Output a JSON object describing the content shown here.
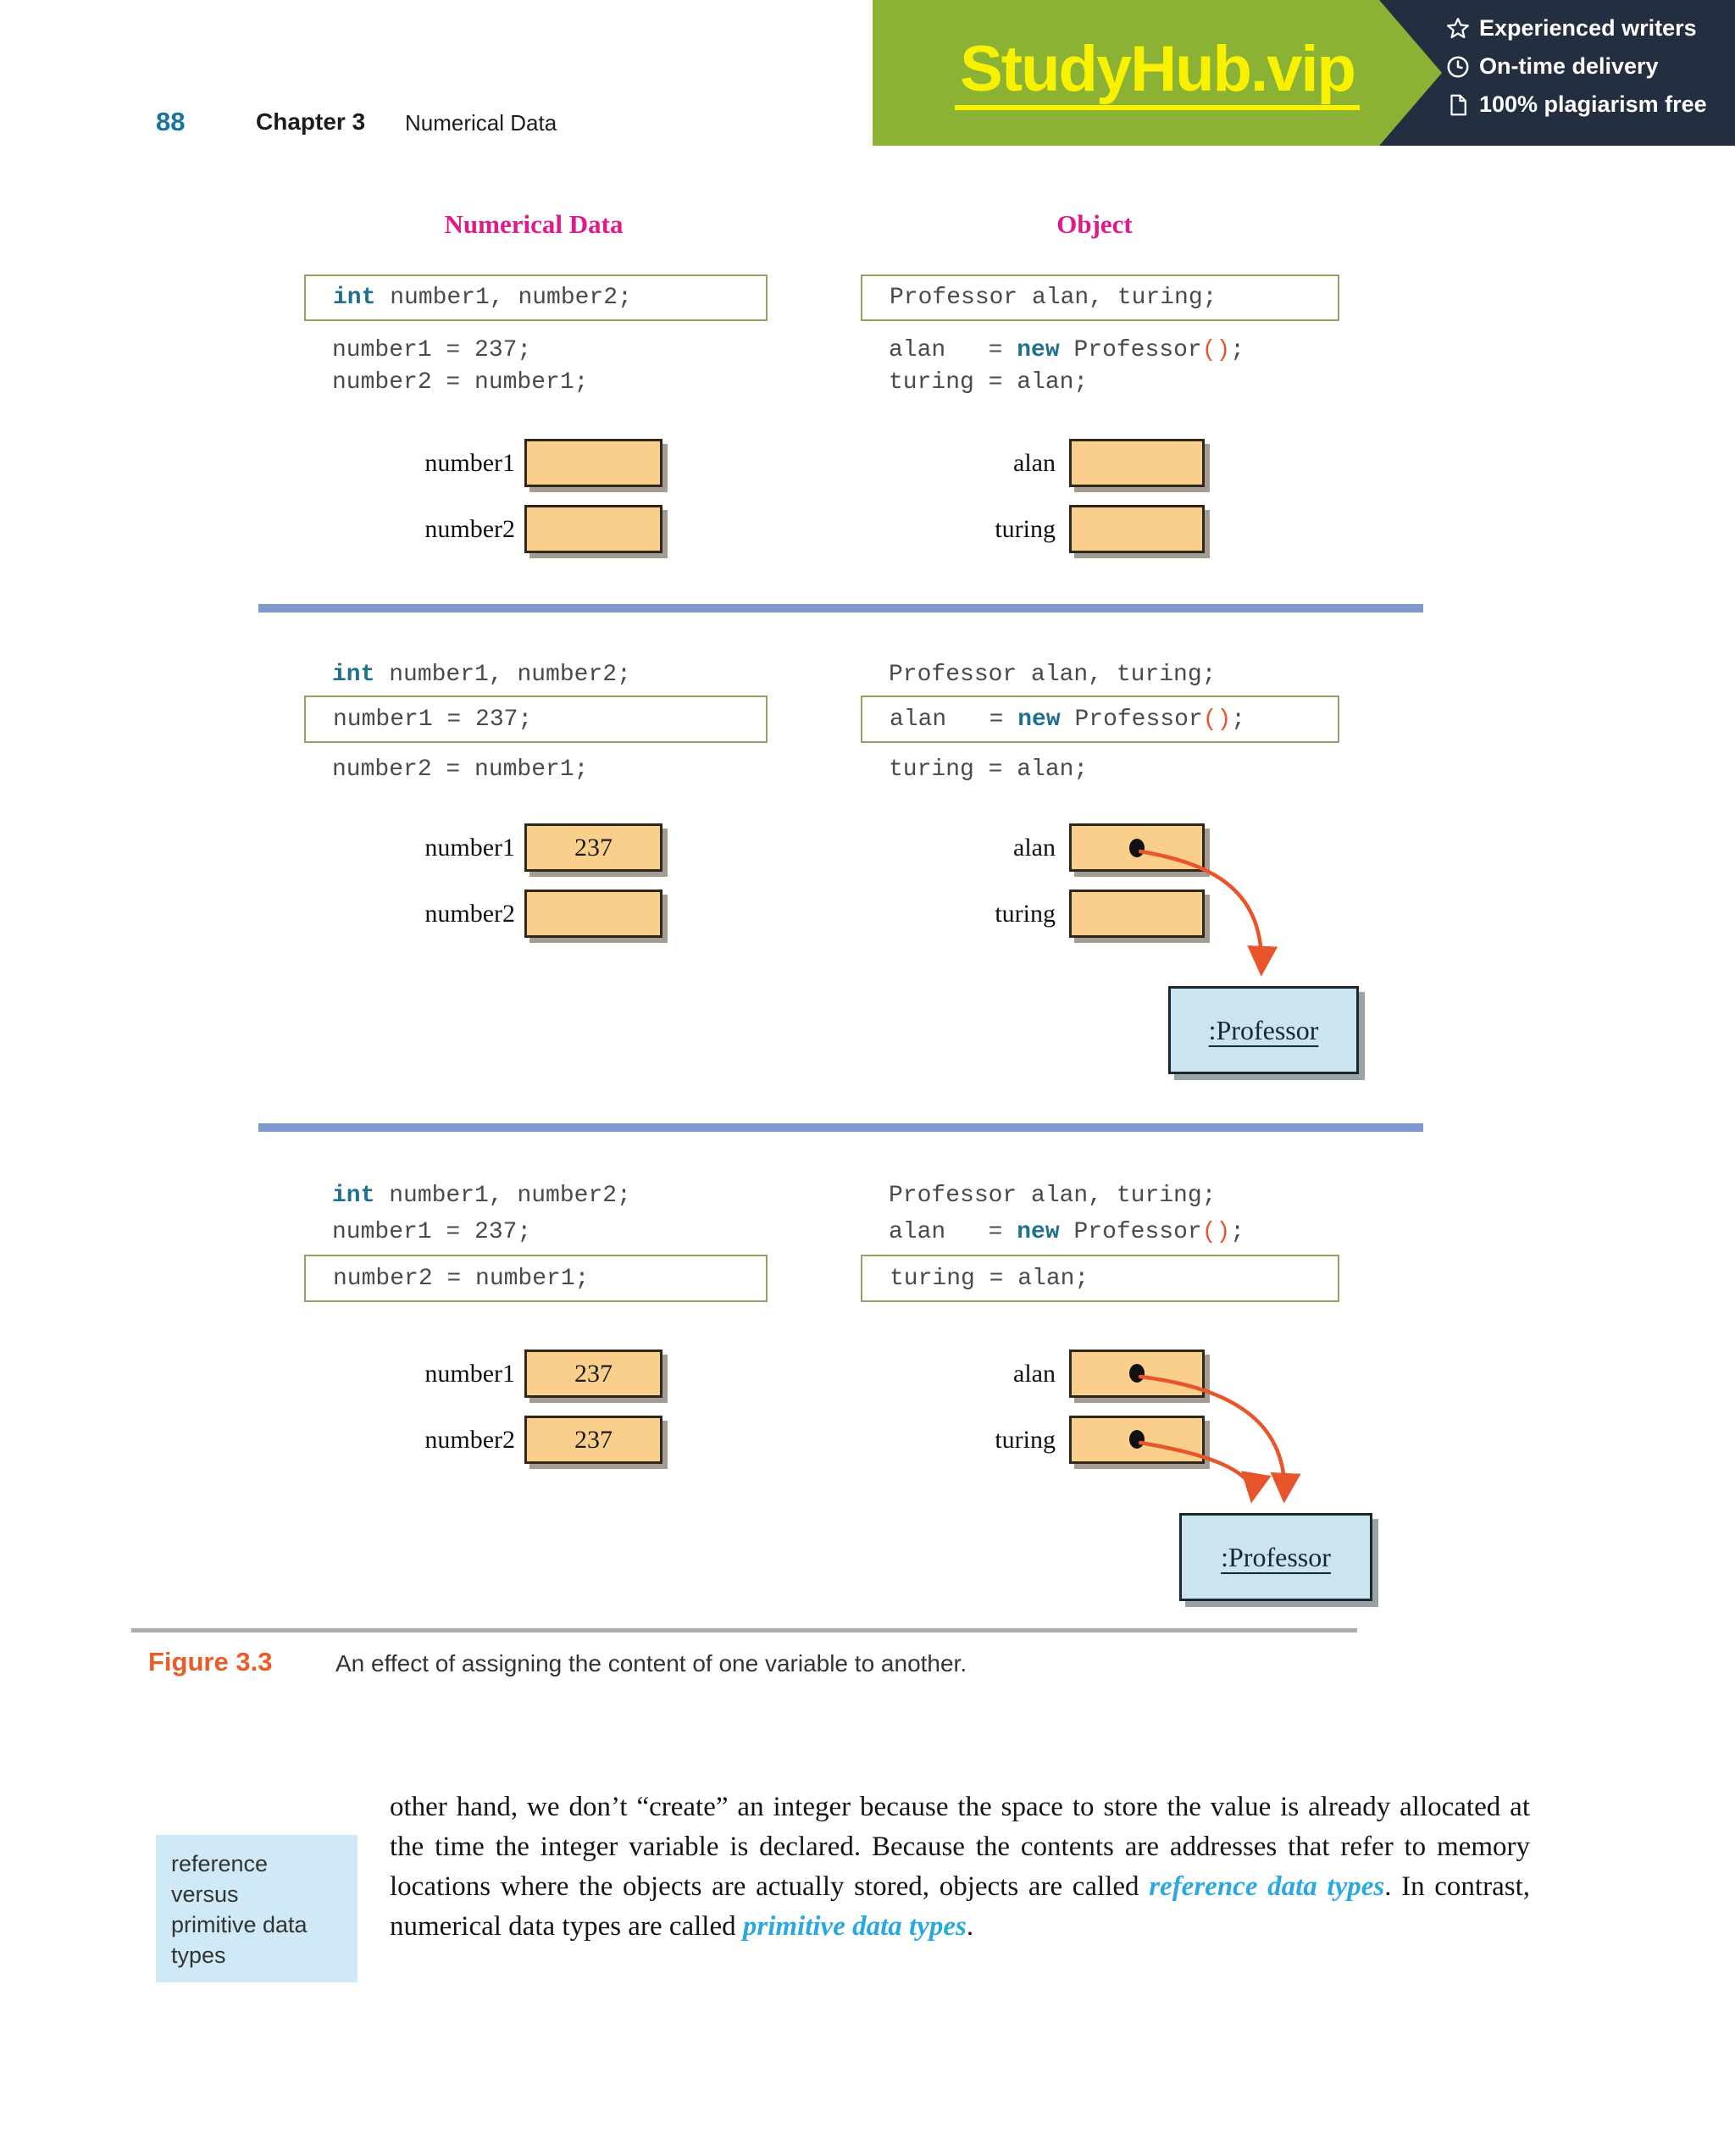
{
  "banner": {
    "brand": "StudyHub.vip",
    "features": [
      {
        "icon": "star-icon",
        "label": "Experienced writers"
      },
      {
        "icon": "clock-icon",
        "label": "On-time delivery"
      },
      {
        "icon": "document-icon",
        "label": "100% plagiarism free"
      }
    ],
    "colors": {
      "green": "#8cb235",
      "navy": "#232e41",
      "yellow": "#f8f200"
    }
  },
  "header": {
    "page_number": "88",
    "chapter_label": "Chapter 3",
    "section_title": "Numerical Data"
  },
  "figure": {
    "column_headings": {
      "left": "Numerical Data",
      "right": "Object"
    },
    "code": {
      "left": {
        "l1_kw": "int",
        "l1_rest": " number1, number2;",
        "l2": "number1 = 237;",
        "l3": "number2 = number1;"
      },
      "right": {
        "r1": "Professor alan, turing;",
        "r2_pre": "alan   = ",
        "r2_kw": "new",
        "r2_mid": " Professor",
        "r2_paren": "()",
        "r2_end": ";",
        "r3": "turing = alan;"
      }
    },
    "panels": [
      {
        "highlighted_line": 1,
        "vars_left": [
          {
            "label": "number1",
            "value": ""
          },
          {
            "label": "number2",
            "value": ""
          }
        ],
        "vars_right": [
          {
            "label": "alan",
            "has_reference": false
          },
          {
            "label": "turing",
            "has_reference": false
          }
        ],
        "object_label": ""
      },
      {
        "highlighted_line": 2,
        "vars_left": [
          {
            "label": "number1",
            "value": "237"
          },
          {
            "label": "number2",
            "value": ""
          }
        ],
        "vars_right": [
          {
            "label": "alan",
            "has_reference": true
          },
          {
            "label": "turing",
            "has_reference": false
          }
        ],
        "object_label": ":Professor"
      },
      {
        "highlighted_line": 3,
        "vars_left": [
          {
            "label": "number1",
            "value": "237"
          },
          {
            "label": "number2",
            "value": "237"
          }
        ],
        "vars_right": [
          {
            "label": "alan",
            "has_reference": true
          },
          {
            "label": "turing",
            "has_reference": true
          }
        ],
        "object_label": ":Professor"
      }
    ],
    "caption_label": "Figure 3.3",
    "caption_text": "An effect of assigning the content of one variable to another.",
    "accent_colors": {
      "keyword_teal": "#1f6f8f",
      "paren_orange": "#e8552a",
      "heading_magenta": "#e01a8b",
      "arrow_orange": "#e8552a",
      "variable_box_fill": "#f9cf8b",
      "object_box_fill": "#cbe5ee",
      "divider_blue": "#7e99ce",
      "caption_orange": "#e95c28"
    }
  },
  "margin_note": {
    "lines": [
      "reference",
      "versus",
      "primitive data",
      "types"
    ]
  },
  "body_text": {
    "part1": "other hand, we don’t “create” an integer because the space to store the value is already allocated at the time the integer variable is declared. Because the contents are addresses that refer to memory locations where the objects are actually stored, objects are called ",
    "term1": "reference data types",
    "part2": ". In contrast, numerical data types are called ",
    "term2": "primitive data types",
    "part3": "."
  }
}
